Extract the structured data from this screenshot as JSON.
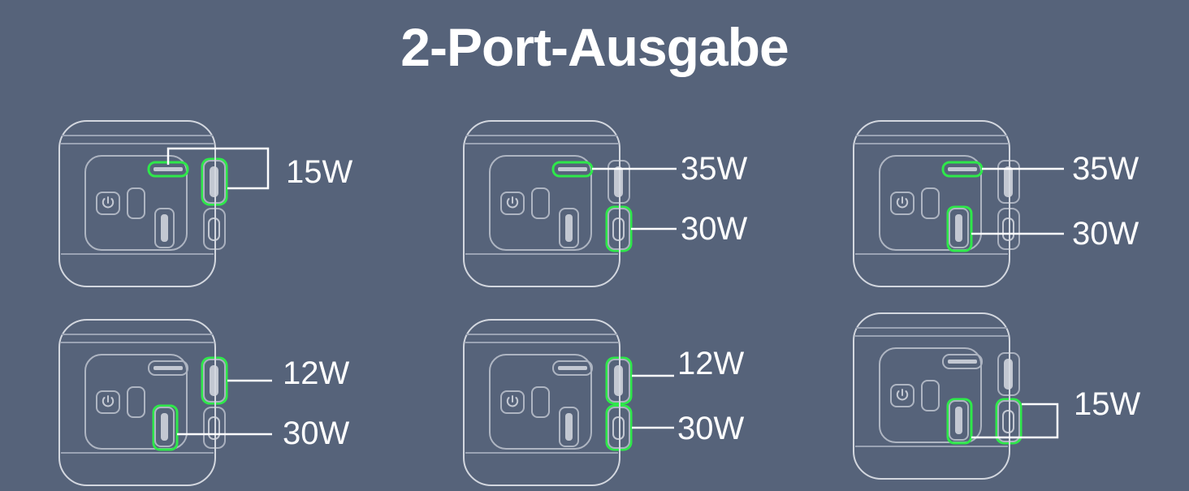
{
  "header": {
    "title": "2-Port-Ausgabe"
  },
  "colors": {
    "background": "#56637a",
    "outline": "#c8ccd6",
    "outline_soft": "#9aa3b4",
    "highlight": "#2ee84a",
    "label_text": "#ffffff",
    "leader_line": "#ffffff",
    "port_fill": "#c3c8d2"
  },
  "devices": [
    {
      "id": "device-1",
      "position": "top-left",
      "leader_style": "bracket",
      "highlights": [
        "led-strip",
        "side-port-top"
      ],
      "labels": [
        {
          "id": "label-15w-a",
          "text": "15W"
        }
      ]
    },
    {
      "id": "device-2",
      "position": "top-center",
      "leader_style": "straight",
      "highlights": [
        "led-strip",
        "side-port-bottom"
      ],
      "labels": [
        {
          "id": "label-35w-a",
          "text": "35W"
        },
        {
          "id": "label-30w-a",
          "text": "30W"
        }
      ]
    },
    {
      "id": "device-3",
      "position": "top-right",
      "leader_style": "straight",
      "highlights": [
        "led-strip",
        "usb-a-port"
      ],
      "labels": [
        {
          "id": "label-35w-b",
          "text": "35W"
        },
        {
          "id": "label-30w-b",
          "text": "30W"
        }
      ]
    },
    {
      "id": "device-4",
      "position": "bottom-left",
      "leader_style": "straight",
      "highlights": [
        "side-port-top",
        "usb-a-port"
      ],
      "labels": [
        {
          "id": "label-12w-a",
          "text": "12W"
        },
        {
          "id": "label-30w-c",
          "text": "30W"
        }
      ]
    },
    {
      "id": "device-5",
      "position": "bottom-center",
      "leader_style": "straight",
      "highlights": [
        "side-port-top",
        "side-port-bottom"
      ],
      "labels": [
        {
          "id": "label-12w-b",
          "text": "12W"
        },
        {
          "id": "label-30w-d",
          "text": "30W"
        }
      ]
    },
    {
      "id": "device-6",
      "position": "bottom-right",
      "leader_style": "bracket",
      "highlights": [
        "usb-a-port",
        "side-port-bottom"
      ],
      "labels": [
        {
          "id": "label-15w-b",
          "text": "15W"
        }
      ]
    }
  ]
}
